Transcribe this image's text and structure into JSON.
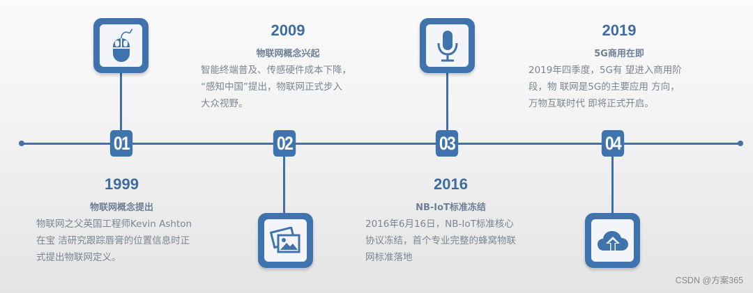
{
  "timeline": {
    "line_color": "#4a6ea6",
    "accent_color": "#3f73ad",
    "milestones": [
      {
        "number": "01",
        "year": "1999",
        "title": "物联网概念提出",
        "lines": [
          "物联网之父英国工程师Kevin Ashton",
          "在宝 洁研究跟踪唇膏的位置信息时正",
          "式提出物联网定义。"
        ],
        "icon": "mouse-icon",
        "icon_position": "top",
        "text_position": "bottom"
      },
      {
        "number": "02",
        "year": "2009",
        "title": "物联网概念兴起",
        "lines": [
          "智能终端普及、传感硬件成本下降，",
          "“感知中国”提出，物联网正式步入",
          "大众视野。"
        ],
        "icon": "image-gallery-icon",
        "icon_position": "bottom",
        "text_position": "top"
      },
      {
        "number": "03",
        "year": "2016",
        "title": "NB-IoT标准冻结",
        "lines": [
          "2016年6月16日，NB-IoT标准核心",
          "协议冻结，首个专业完整的蜂窝物联",
          "网标准落地"
        ],
        "icon": "microphone-icon",
        "icon_position": "top",
        "text_position": "bottom"
      },
      {
        "number": "04",
        "year": "2019",
        "title": "5G商用在即",
        "lines": [
          "2019年四季度，5G有 望进入商用阶",
          "段，物 联网是5G的主要应用 方向，",
          "万物互联时代 即将正式开启。"
        ],
        "icon": "cloud-upload-icon",
        "icon_position": "bottom",
        "text_position": "top"
      }
    ]
  },
  "watermark": "CSDN @方案365"
}
